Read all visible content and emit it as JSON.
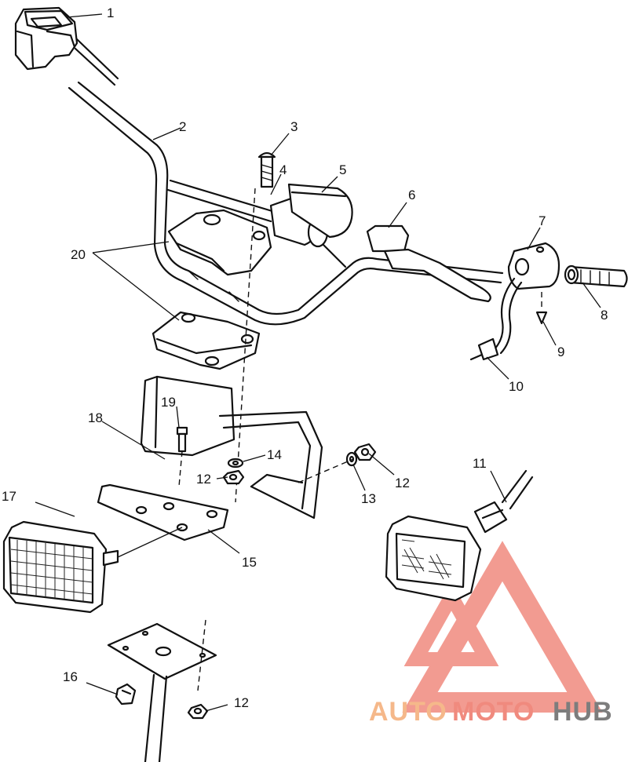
{
  "callouts": {
    "c1": "1",
    "c2": "2",
    "c3": "3",
    "c4": "4",
    "c5": "5",
    "c6": "6",
    "c7": "7",
    "c8": "8",
    "c9": "9",
    "c10": "10",
    "c11": "11",
    "c12a": "12",
    "c12b": "12",
    "c12c": "12",
    "c13": "13",
    "c14": "14",
    "c15": "15",
    "c16": "16",
    "c17": "17",
    "c18": "18",
    "c19": "19",
    "c20": "20"
  },
  "watermark": {
    "word_part1": "AUTO",
    "word_part2": "MOTO",
    "word_part3": "HUB",
    "color_primary": "#f08a7e",
    "color_secondary": "#f5b88a",
    "color_dark": "#7d7d7d"
  }
}
